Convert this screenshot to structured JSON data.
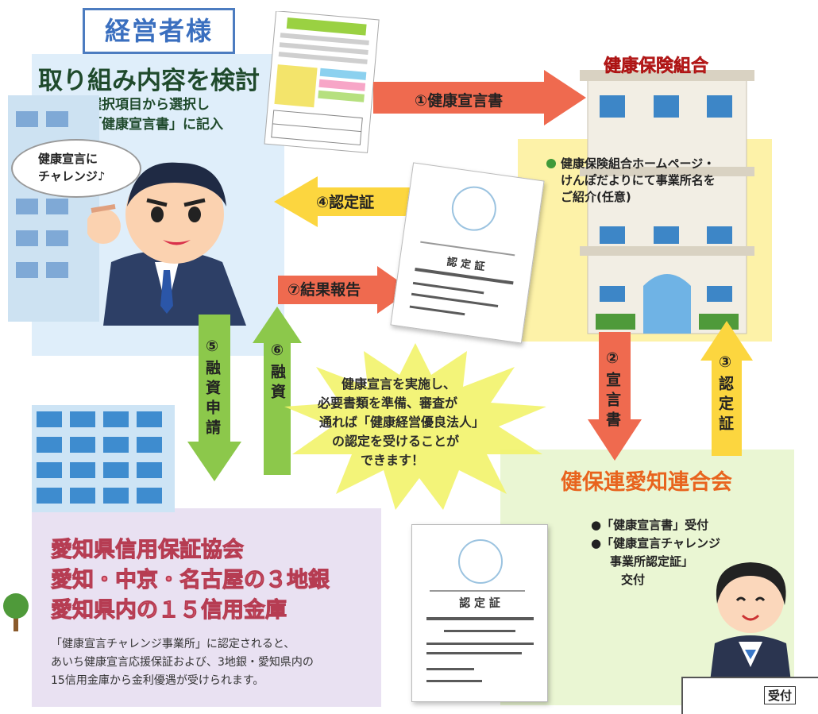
{
  "owner": {
    "title": "経営者様",
    "heading": "取り組み内容を検討",
    "sub_line1": "中面の選択項目から選択し",
    "sub_line2": "別紙の「健康宣言書」に記入",
    "speech_line1": "健康宣言に",
    "speech_line2": "チャレンジ♪"
  },
  "union": {
    "sign": "健康保険組合",
    "note_line1": "健康保険組合ホームページ・",
    "note_line2": "けんぽだよりにて事業所名を",
    "note_line3": "ご紹介(任意)"
  },
  "federation": {
    "title": "健保連愛知連合会",
    "item1": "●「健康宣言書」受付",
    "item2_line1": "●「健康宣言チャレンジ",
    "item2_line2": "事業所認定証」",
    "item2_line3": "交付",
    "desk_sign": "受付"
  },
  "banks": {
    "line1": "愛知県信用保証協会",
    "line2": "愛知・中京・名古屋の３地銀",
    "line3": "愛知県内の１５信用金庫",
    "desc_line1": "「健康宣言チャレンジ事業所」に認定されると、",
    "desc_line2": "あいち健康宣言応援保証および、3地銀・愛知県内の",
    "desc_line3": "15信用金庫から金利優遇が受けられます。"
  },
  "burst": {
    "line1": "健康宣言を実施し、",
    "line2": "必要書類を準備、審査が",
    "line3": "通れば「健康経営優良法人」",
    "line4": "の認定を受けることが",
    "line5": "できます！"
  },
  "arrows": {
    "a1": "①健康宣言書",
    "a2": "②宣言書",
    "a3": "③認定証",
    "a4": "④認定証",
    "a5": "⑤融資申請",
    "a6": "⑥融資",
    "a7": "⑦結果報告"
  },
  "certificate": {
    "title": "認 定 証"
  },
  "colors": {
    "arrow_red": "#ee5a46",
    "arrow_yellow": "#fcd23c",
    "arrow_green": "#8cc84b",
    "heading_orange": "#e8641e"
  }
}
